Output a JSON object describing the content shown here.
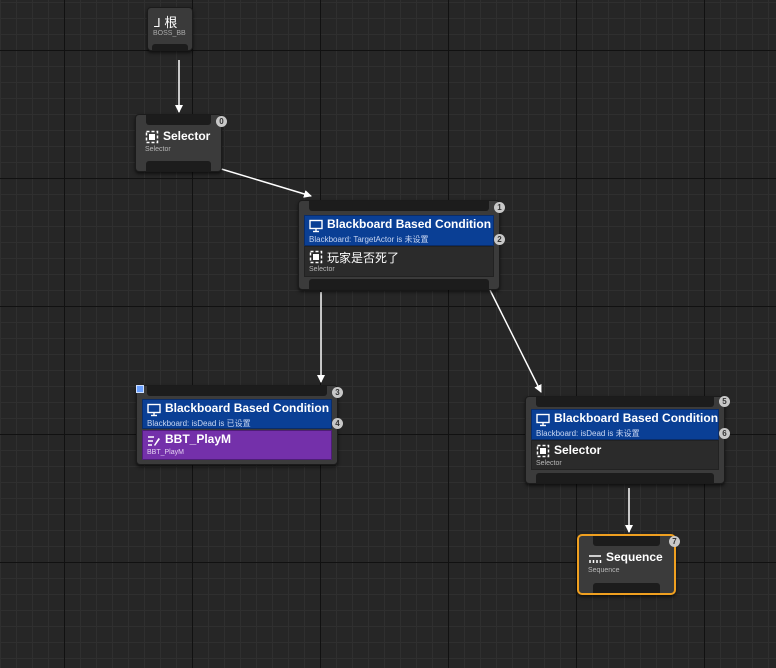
{
  "root": {
    "title": "根",
    "subtitle": "BOSS_BB"
  },
  "nodes": {
    "n0": {
      "index": "0",
      "title": "Selector",
      "subtitle": "Selector"
    },
    "n1": {
      "index": "1",
      "decorator": {
        "index": "2",
        "title": "Blackboard Based Condition",
        "subtitle": "Blackboard: TargetActor is 未设置"
      },
      "title": "玩家是否死了",
      "subtitle": "Selector"
    },
    "n3": {
      "index": "3",
      "decorator": {
        "index": "4",
        "title": "Blackboard Based Condition",
        "subtitle": "Blackboard: isDead is 已设置"
      },
      "title": "BBT_PlayM",
      "subtitle": "BBT_PlayM"
    },
    "n5": {
      "index": "5",
      "decorator": {
        "index": "6",
        "title": "Blackboard Based Condition",
        "subtitle": "Blackboard: isDead is 未设置"
      },
      "title": "Selector",
      "subtitle": "Selector"
    },
    "n7": {
      "index": "7",
      "title": "Sequence",
      "subtitle": "Sequence"
    }
  },
  "colors": {
    "decorator": "#0a3f95",
    "task": "#7430aa",
    "selected_outline": "#f0a020",
    "wire": "#ffffff"
  },
  "icons": {
    "root": "tree-root-icon",
    "selector": "selector-icon",
    "decorator": "blackboard-condition-icon",
    "task": "task-icon",
    "sequence": "sequence-icon"
  }
}
